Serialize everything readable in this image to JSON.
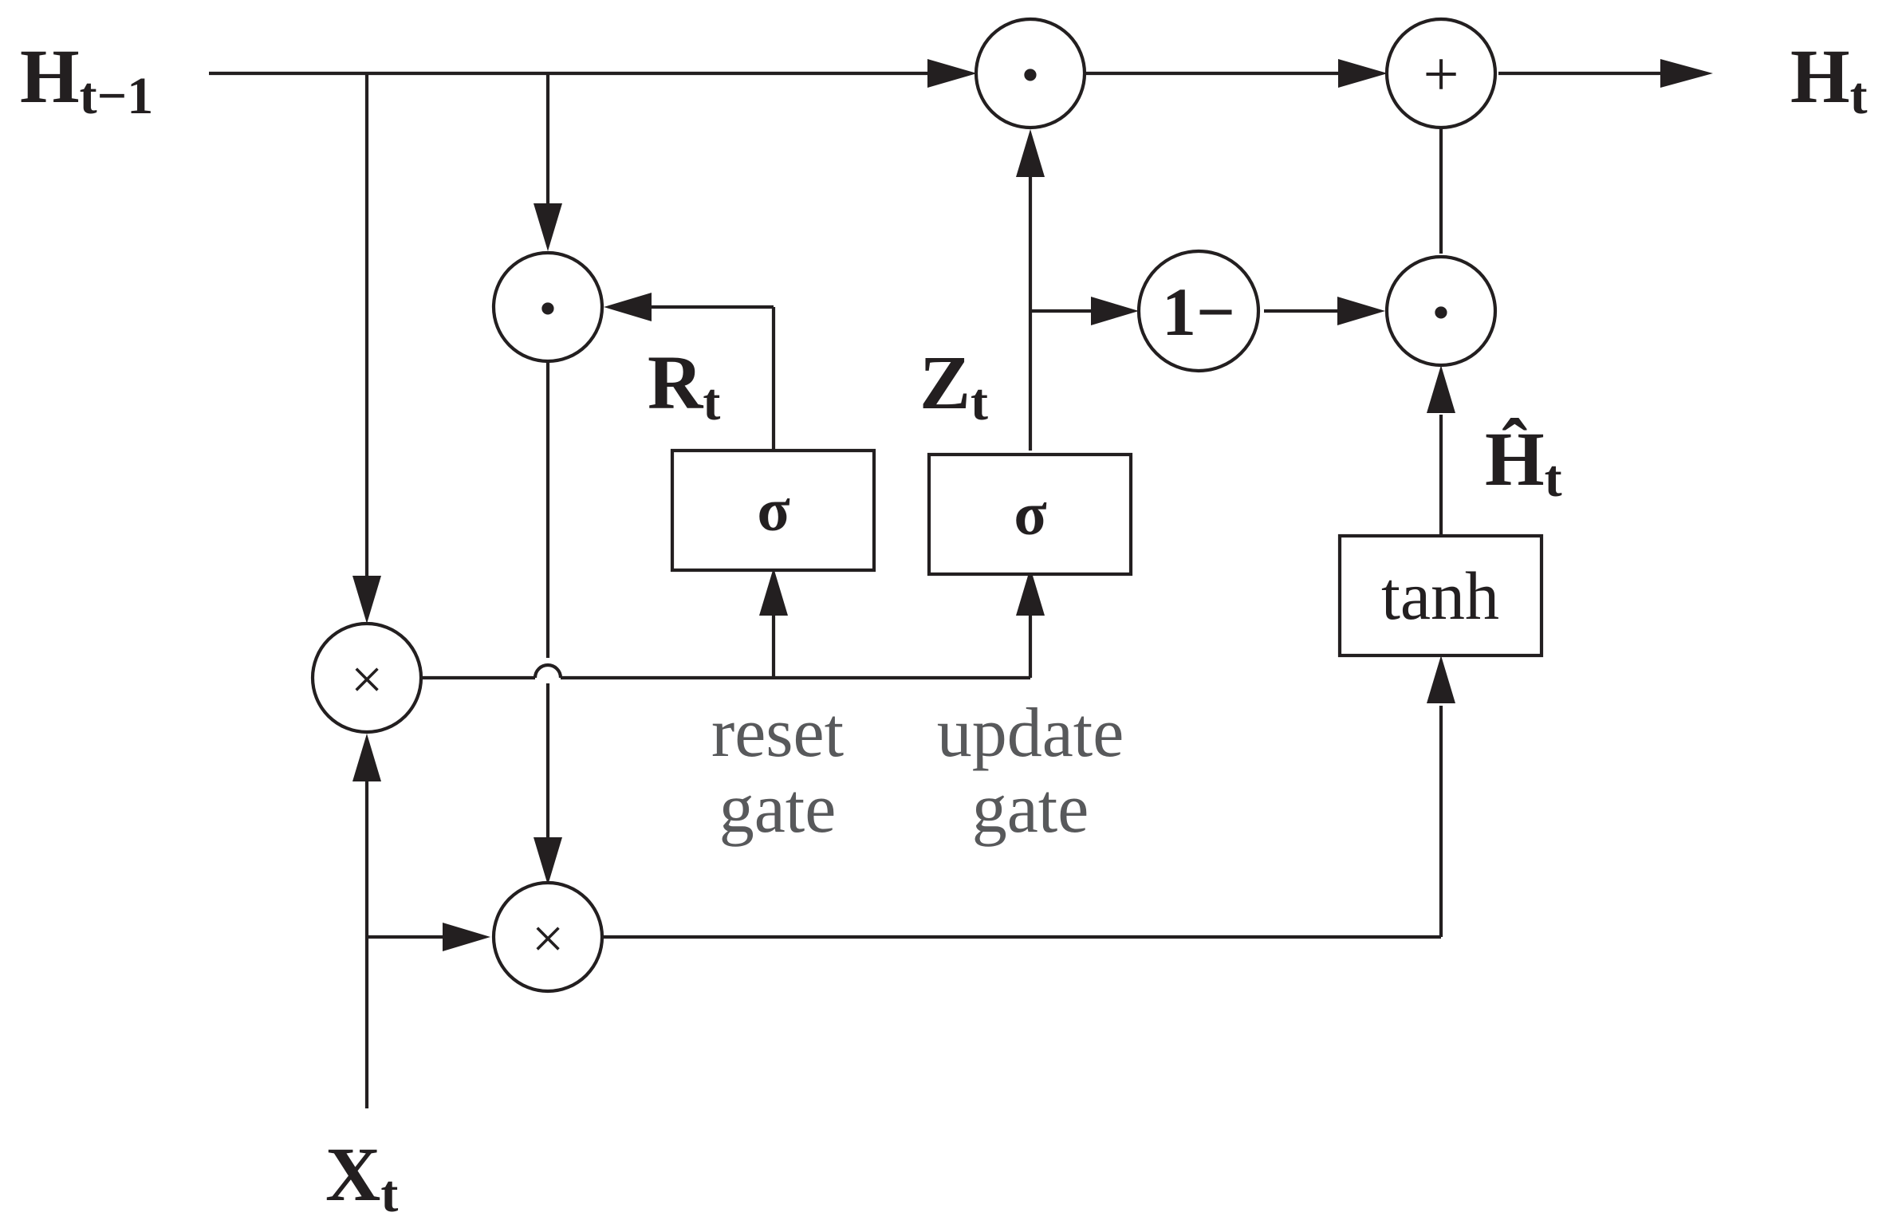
{
  "labels": {
    "h_prev": {
      "main": "H",
      "sub": "t−1"
    },
    "h_out": {
      "main": "H",
      "sub": "t"
    },
    "x_in": {
      "main": "X",
      "sub": "t"
    },
    "r": {
      "main": "R",
      "sub": "t"
    },
    "z": {
      "main": "Z",
      "sub": "t"
    },
    "h_cand": {
      "main": "Ĥ",
      "sub": "t"
    }
  },
  "nodes": {
    "hadamard_symbol": "•",
    "times_symbol": "×",
    "plus_symbol": "+",
    "one_minus": "1−"
  },
  "gates": {
    "sigma": "σ",
    "tanh": "tanh"
  },
  "gate_names": {
    "reset": [
      "reset",
      "gate"
    ],
    "update": [
      "update",
      "gate"
    ]
  },
  "colors": {
    "line": "#231f20",
    "gate_name": "#58595b"
  }
}
